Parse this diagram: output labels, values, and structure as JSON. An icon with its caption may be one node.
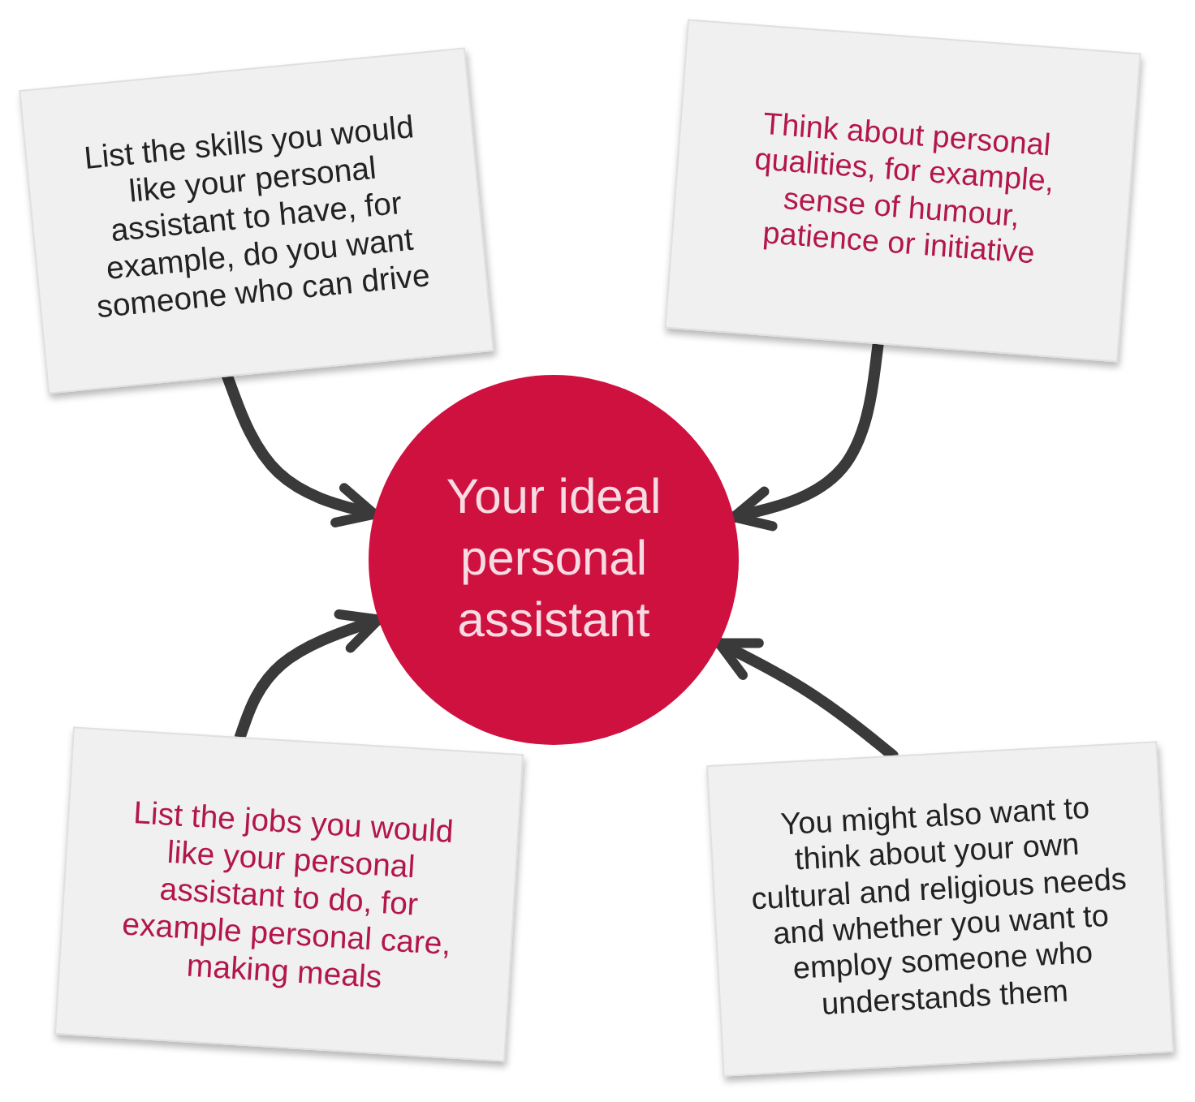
{
  "diagram": {
    "nodes": [
      {
        "text": [
          "List the skills you would like your personal assistant to have, for example, do you want someone who can drive"
        ]
      },
      {
        "text": [
          "Think about personal qualities, for example, sense of humour, patience or initiative"
        ]
      },
      {
        "text": [
          "Your ideal personal assistant"
        ]
      },
      {
        "text": [
          "List the jobs you would like your personal assistant to do, for example personal care, making meals"
        ]
      },
      {
        "text": [
          "You might also want to think about your own cultural and religious needs and whether you want to employ someone who understands them"
        ]
      }
    ],
    "edges": [
      {
        "from": 0,
        "to": 2,
        "arrow": "to"
      },
      {
        "from": 1,
        "to": 2,
        "arrow": "to"
      },
      {
        "from": 3,
        "to": 2,
        "arrow": "to"
      },
      {
        "from": 4,
        "to": 2,
        "arrow": "to"
      }
    ]
  }
}
